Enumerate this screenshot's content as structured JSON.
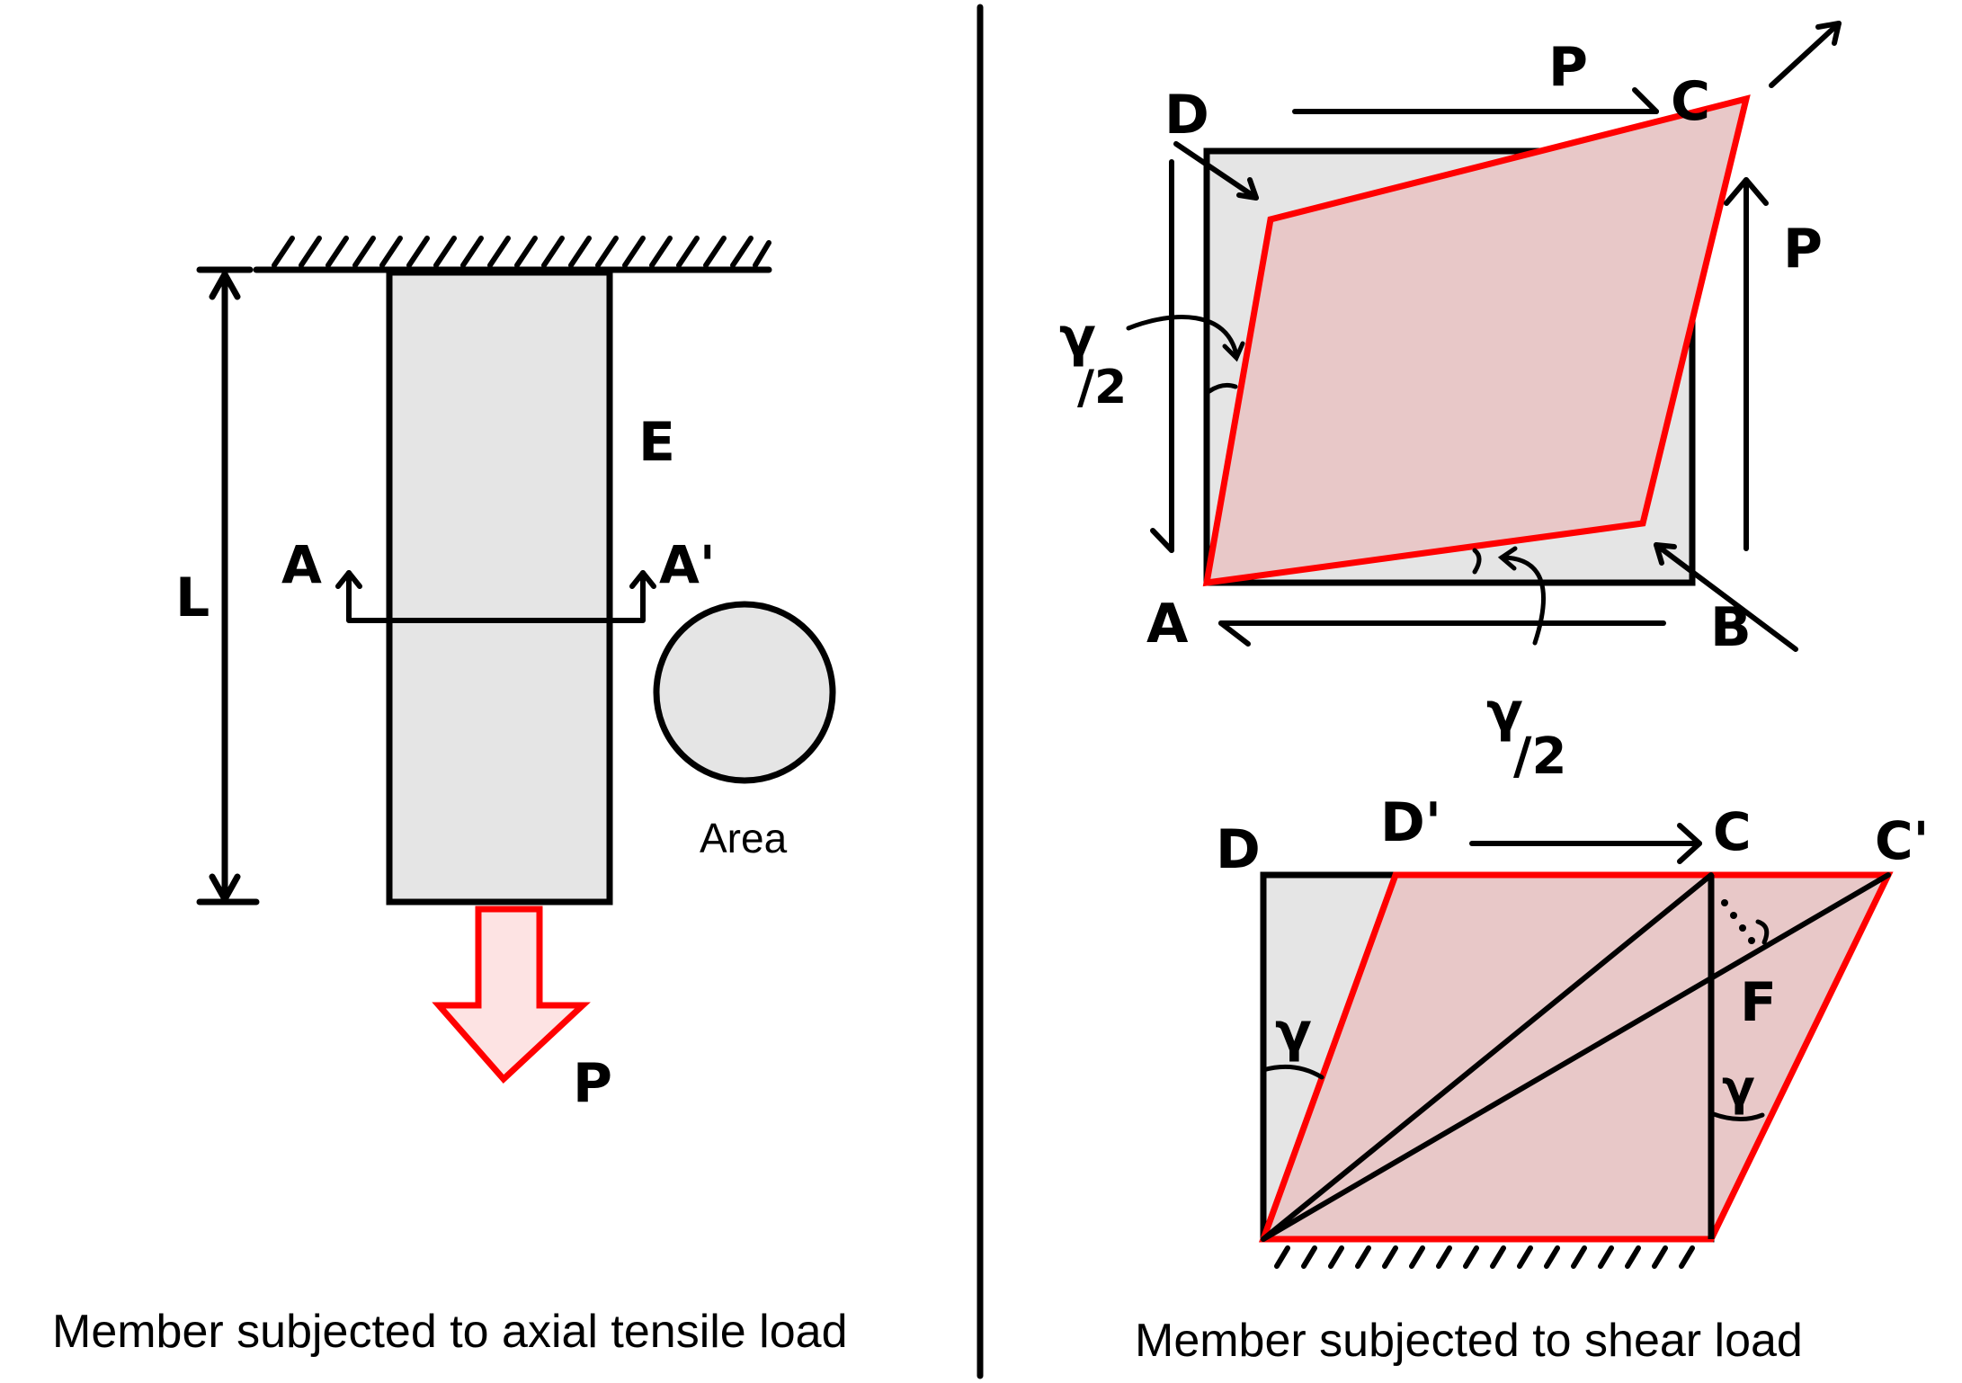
{
  "colors": {
    "ink": "#000000",
    "deform": "#ff0000",
    "fill_grey": "#e5e5e5",
    "fill_deform": "#e8c8c8",
    "fill_arrow": "#fde3e3"
  },
  "left_panel": {
    "label_L": "L",
    "label_E": "E",
    "label_A": "A",
    "label_A_prime": "A'",
    "label_area": "Area",
    "label_P": "P",
    "caption": "Member subjected to axial tensile load"
  },
  "right_top": {
    "label_D": "D",
    "label_C": "C",
    "label_A": "A",
    "label_B": "B",
    "label_P_top": "P",
    "label_P_right": "P",
    "gamma_half_left_num": "γ",
    "gamma_half_left_den": "/2",
    "gamma_half_bottom_num": "γ",
    "gamma_half_bottom_den": "/2"
  },
  "right_bottom": {
    "label_D": "D",
    "label_D_prime": "D'",
    "label_C": "C",
    "label_C_prime": "C'",
    "label_F": "F",
    "gamma_left": "γ",
    "gamma_right": "γ",
    "caption": "Member subjected to shear load"
  }
}
